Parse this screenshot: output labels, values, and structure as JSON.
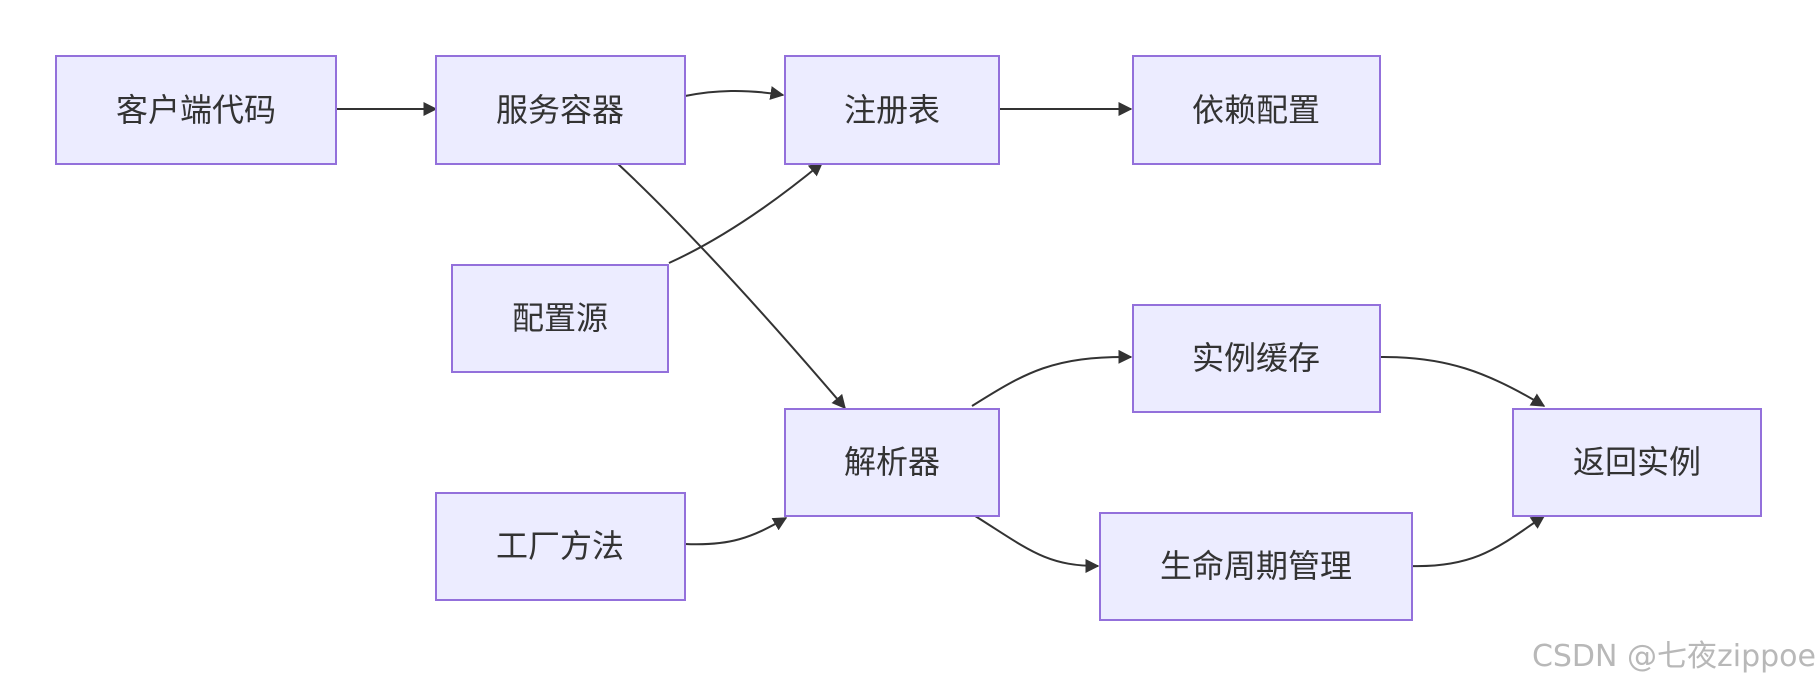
{
  "colors": {
    "node_fill": "#ececff",
    "node_stroke": "#9370db",
    "edge": "#333333",
    "text": "#333333",
    "watermark": "#b8b8b8"
  },
  "nodes": [
    {
      "id": "client_code",
      "label": "客户端代码"
    },
    {
      "id": "service_container",
      "label": "服务容器"
    },
    {
      "id": "registry",
      "label": "注册表"
    },
    {
      "id": "dependency_config",
      "label": "依赖配置"
    },
    {
      "id": "config_source",
      "label": "配置源"
    },
    {
      "id": "resolver",
      "label": "解析器"
    },
    {
      "id": "instance_cache",
      "label": "实例缓存"
    },
    {
      "id": "factory_method",
      "label": "工厂方法"
    },
    {
      "id": "lifecycle_management",
      "label": "生命周期管理"
    },
    {
      "id": "return_instance",
      "label": "返回实例"
    }
  ],
  "edges": [
    {
      "from": "client_code",
      "to": "service_container"
    },
    {
      "from": "service_container",
      "to": "registry"
    },
    {
      "from": "registry",
      "to": "dependency_config"
    },
    {
      "from": "config_source",
      "to": "registry"
    },
    {
      "from": "service_container",
      "to": "resolver"
    },
    {
      "from": "factory_method",
      "to": "resolver"
    },
    {
      "from": "resolver",
      "to": "instance_cache"
    },
    {
      "from": "resolver",
      "to": "lifecycle_management"
    },
    {
      "from": "instance_cache",
      "to": "return_instance"
    },
    {
      "from": "lifecycle_management",
      "to": "return_instance"
    }
  ],
  "watermark": "CSDN @七夜zippoe"
}
